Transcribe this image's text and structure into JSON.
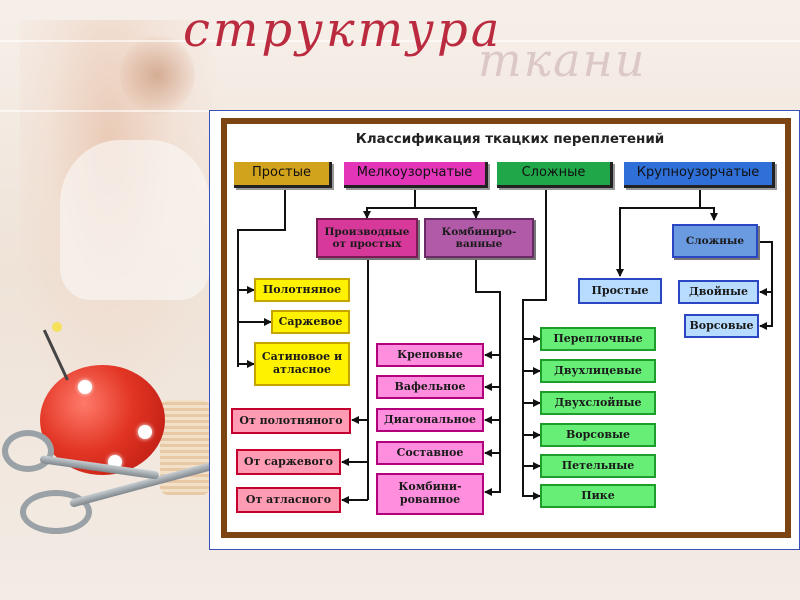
{
  "title": {
    "line1": "структура",
    "line2": "ткани"
  },
  "diagram": {
    "heading": "Классификация ткацких переплетений",
    "categories": {
      "simple": "Простые",
      "small_pattern": "Мелкоузорчатые",
      "complex": "Сложные",
      "large_pattern": "Крупноузорчатые"
    },
    "small_pattern_groups": {
      "derived": "Производные от простых",
      "combined": "Комбиниро-ванные"
    },
    "large_pattern_groups": {
      "simple": "Простые",
      "complex": "Сложные"
    },
    "simple_items": [
      "Полотняное",
      "Саржевое",
      "Сатиновое и атласное"
    ],
    "derived_items": [
      "От полотняного",
      "От саржевого",
      "От атласного"
    ],
    "combined_items": [
      "Креповые",
      "Вафельное",
      "Диагональное",
      "Составное",
      "Комбини-рованное"
    ],
    "complex_items": [
      "Переплочные",
      "Двухлицевые",
      "Двухслойные",
      "Ворсовые",
      "Петельные",
      "Пике"
    ],
    "large_complex_items": [
      "Двойные",
      "Ворсовые"
    ]
  },
  "colors": {
    "title": "#bb2b3f",
    "frame": "#7c4413",
    "simple": "#d1a21b",
    "small_pattern": "#e235b8",
    "complex": "#1fa74a",
    "large_pattern": "#2f6fd8"
  }
}
